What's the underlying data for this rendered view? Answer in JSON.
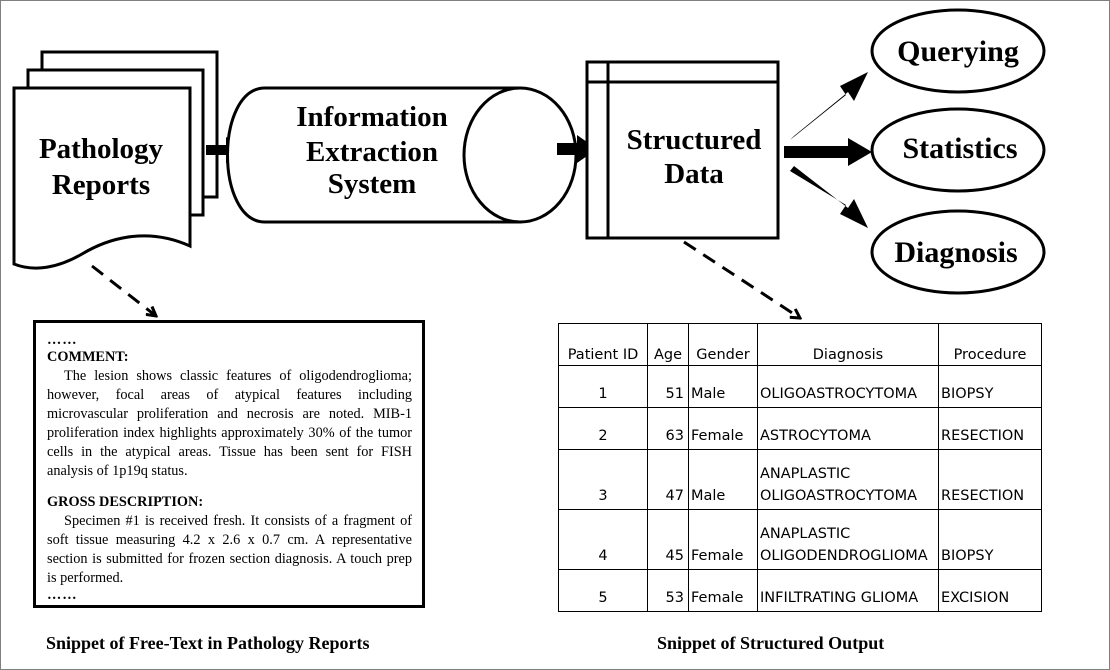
{
  "nodes": {
    "pathology_reports": [
      "Pathology",
      "Reports"
    ],
    "extraction_system": [
      "Information",
      "Extraction",
      "System"
    ],
    "structured_data": [
      "Structured",
      "Data"
    ],
    "querying": "Querying",
    "statistics": "Statistics",
    "diagnosis": "Diagnosis"
  },
  "report_snippet": {
    "dots_top": "……",
    "comment_heading": "COMMENT:",
    "comment_text": "The lesion shows classic features of oligodendroglioma; however, focal areas of atypical features including microvascular proliferation and necrosis are noted. MIB-1 proliferation index highlights approximately 30% of the tumor cells in the atypical areas. Tissue has been sent for FISH analysis of 1p19q status.",
    "gross_heading": "GROSS DESCRIPTION:",
    "gross_text": "Specimen #1 is received fresh.  It consists of a fragment of soft tissue measuring 4.2 x 2.6 x 0.7 cm.  A representative section is submitted for frozen section diagnosis. A touch prep is performed.",
    "dots_bottom": "……"
  },
  "table": {
    "headers": [
      "Patient ID",
      "Age",
      "Gender",
      "Diagnosis",
      "Procedure"
    ],
    "rows": [
      {
        "id": "1",
        "age": "51",
        "gender": "Male",
        "diagnosis_lines": [
          "OLIGOASTROCYTOMA"
        ],
        "procedure": "BIOPSY"
      },
      {
        "id": "2",
        "age": "63",
        "gender": "Female",
        "diagnosis_lines": [
          "ASTROCYTOMA"
        ],
        "procedure": "RESECTION"
      },
      {
        "id": "3",
        "age": "47",
        "gender": "Male",
        "diagnosis_lines": [
          "ANAPLASTIC",
          "OLIGOASTROCYTOMA"
        ],
        "procedure": "RESECTION"
      },
      {
        "id": "4",
        "age": "45",
        "gender": "Female",
        "diagnosis_lines": [
          "ANAPLASTIC",
          "OLIGODENDROGLIOMA"
        ],
        "procedure": "BIOPSY"
      },
      {
        "id": "5",
        "age": "53",
        "gender": "Female",
        "diagnosis_lines": [
          "INFILTRATING GLIOMA"
        ],
        "procedure": "EXCISION"
      }
    ]
  },
  "captions": {
    "left": "Snippet of Free-Text in Pathology Reports",
    "right": "Snippet of Structured Output"
  }
}
